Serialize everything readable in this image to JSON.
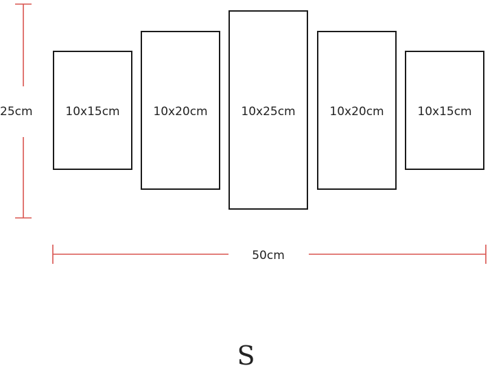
{
  "diagram": {
    "panels": [
      {
        "label": "10x15cm"
      },
      {
        "label": "10x20cm"
      },
      {
        "label": "10x25cm"
      },
      {
        "label": "10x20cm"
      },
      {
        "label": "10x15cm"
      }
    ],
    "height_dimension": "25cm",
    "width_dimension": "50cm",
    "size_letter": "S",
    "colors": {
      "dimension_line": "#d9534f",
      "panel_border": "#1a1a1a",
      "text": "#222222"
    }
  }
}
